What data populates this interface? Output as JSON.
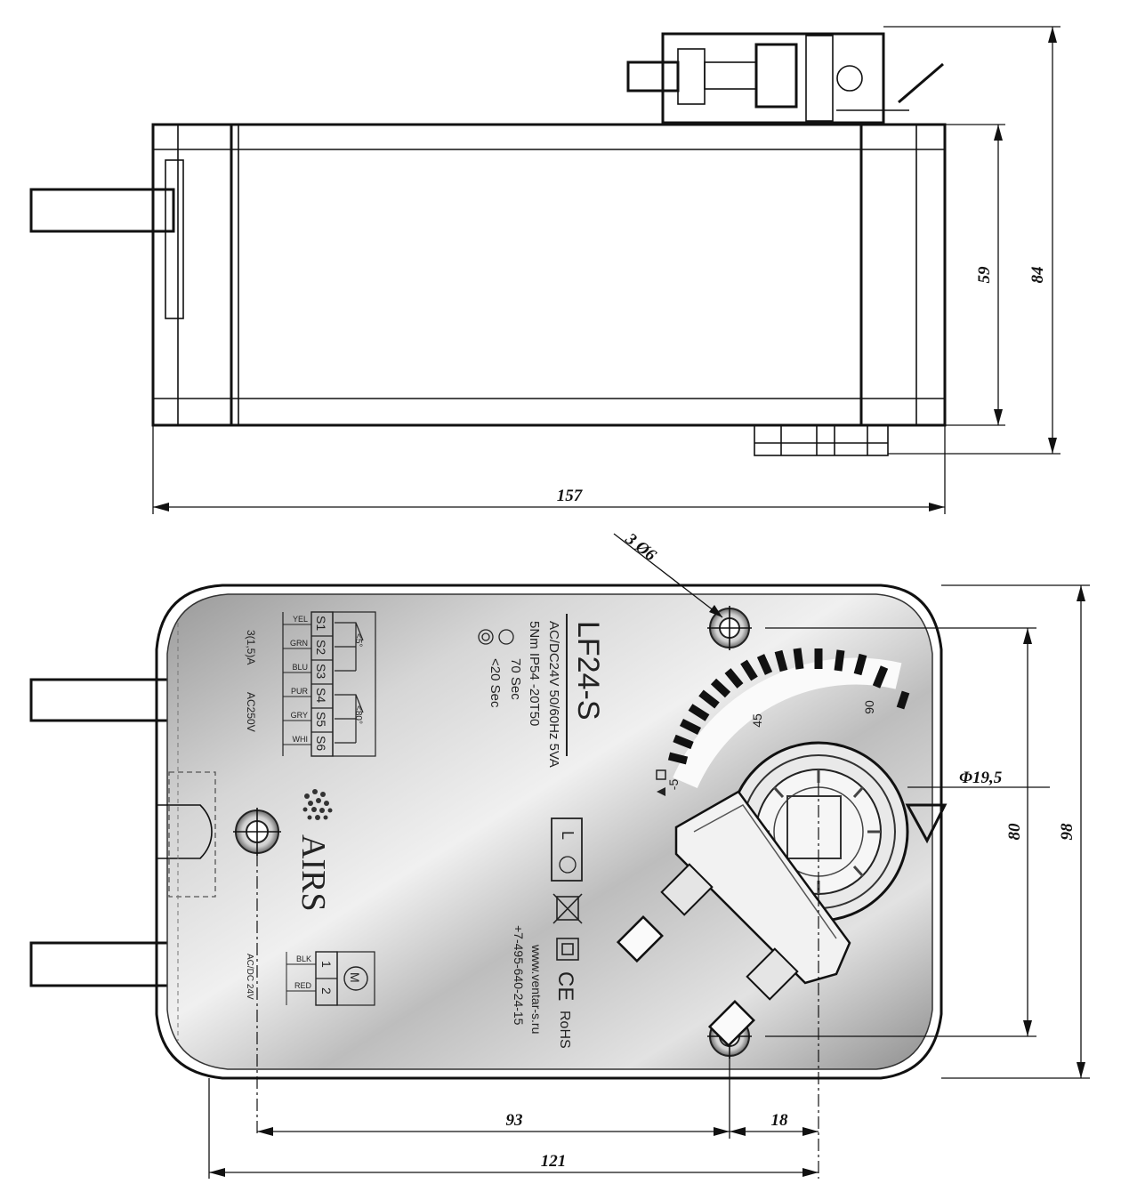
{
  "dimensions": {
    "length": "157",
    "body_height": "59",
    "total_height": "84",
    "holes": "3 Ø6",
    "shaft_diameter": "Φ19,5",
    "hole_spacing": "80",
    "width": "98",
    "to_shaft": "93",
    "hole_offset": "18",
    "total_length": "121"
  },
  "label": {
    "model": "LF24-S",
    "supply": "AC/DC24V 50/60Hz 5VA",
    "specs": "5Nm  IP54  -20T50",
    "motor_time": "70 Sec",
    "spring_time": "<20 Sec",
    "relay_rating": "3(1,5)A",
    "relay_voltage": "AC250V",
    "terminals": [
      "S1",
      "S2",
      "S3",
      "S4",
      "S5",
      "S6"
    ],
    "wire_colors": [
      "YEL",
      "GRN",
      "BLU",
      "PUR",
      "GRY",
      "WHI"
    ],
    "switch_1": "<5°",
    "switch_2": "<80°",
    "brand": "AIRS",
    "website": "www.ventar-s.ru",
    "phone": "+7-495-640-24-15",
    "ce_mark": "CE",
    "rohs": "RoHS",
    "power_label": "AC/DC 24V",
    "power_wires": [
      "BLK",
      "RED"
    ],
    "power_terminals": [
      "1",
      "2"
    ],
    "motor_symbol": "M",
    "scale_marks": [
      "-5",
      "45",
      "90"
    ],
    "l_mark": "L"
  },
  "colors": {
    "line": "#111111",
    "plate_light": "#d8d8d8",
    "plate_dark": "#8d8d8d"
  }
}
